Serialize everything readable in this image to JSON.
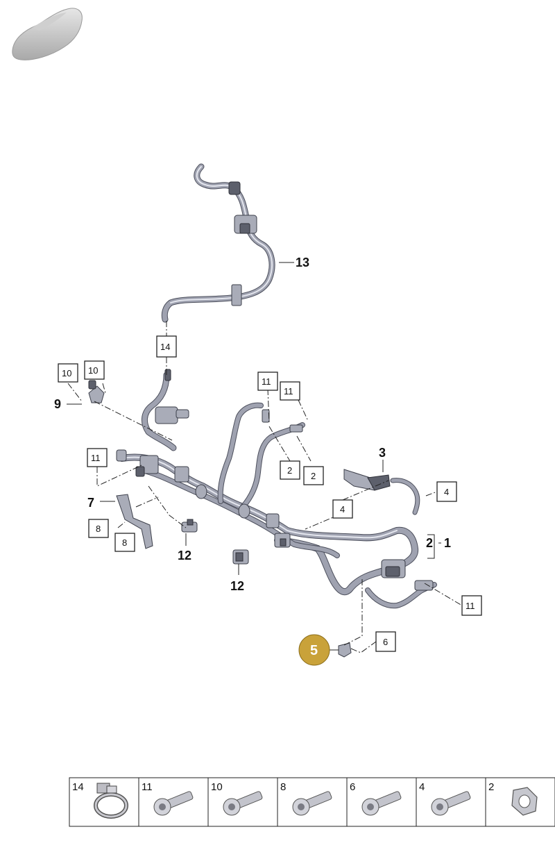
{
  "callouts": {
    "c13": "13",
    "c14": "14",
    "c10a": "10",
    "c10b": "10",
    "c9": "9",
    "c11a": "11",
    "c11b": "11",
    "c11c": "11",
    "c11d": "11",
    "c2a": "2",
    "c2b": "2",
    "c3": "3",
    "c4a": "4",
    "c4b": "4",
    "c2bracket": "2",
    "c1": "1",
    "c7": "7",
    "c8a": "8",
    "c8b": "8",
    "c12a": "12",
    "c12b": "12",
    "c6": "6"
  },
  "selected_part": "5",
  "fasteners_table": [
    {
      "number": "14",
      "icon": "hose-clamp-icon"
    },
    {
      "number": "11",
      "icon": "bolt-icon"
    },
    {
      "number": "10",
      "icon": "bolt-icon"
    },
    {
      "number": "8",
      "icon": "bolt-icon"
    },
    {
      "number": "6",
      "icon": "bolt-icon"
    },
    {
      "number": "4",
      "icon": "bolt-icon"
    },
    {
      "number": "2",
      "icon": "hex-nut-icon"
    }
  ],
  "colors": {
    "selected_highlight": "#c9a23a",
    "pipe": "#9fa2b0"
  }
}
